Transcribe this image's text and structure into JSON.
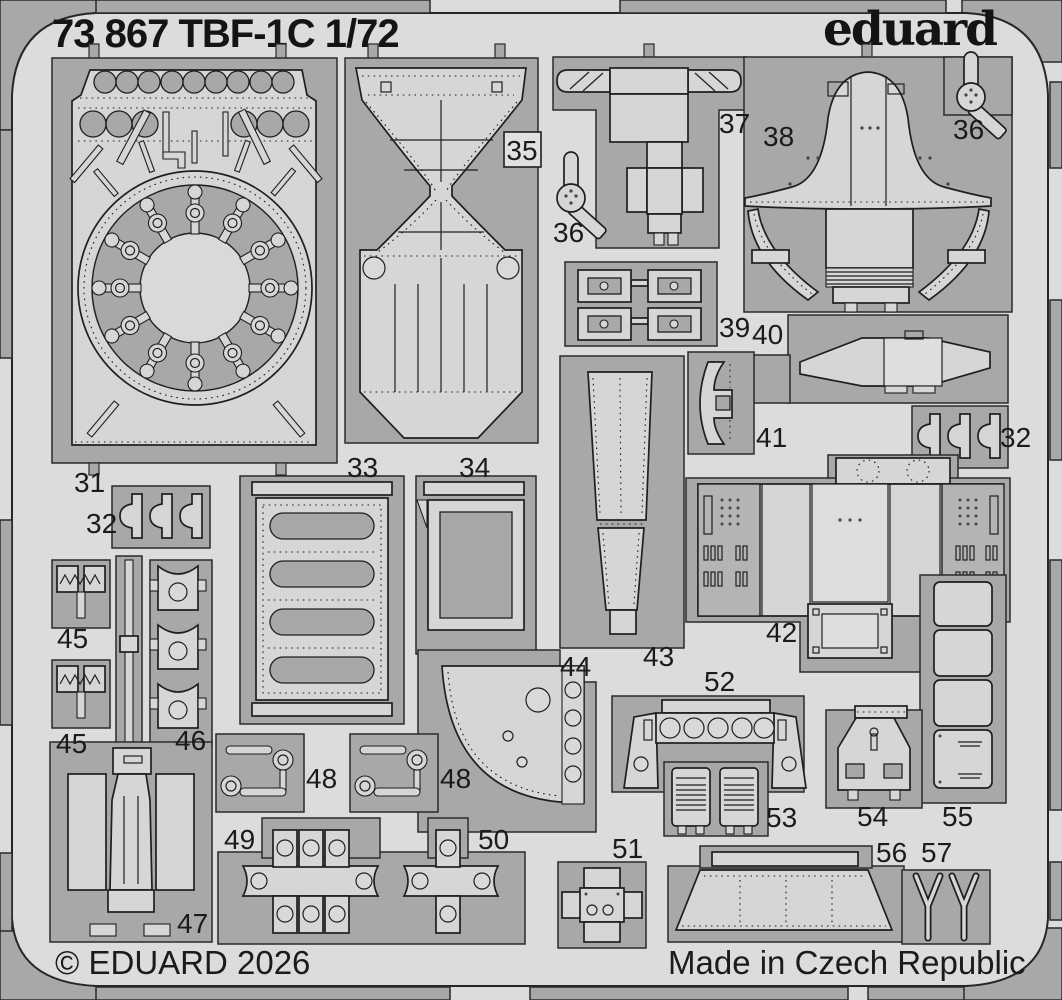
{
  "sheet": {
    "title": "73 867 TBF-1C 1/72",
    "brand": "eduard",
    "copyright": "© EDUARD 2026",
    "made_in": "Made in Czech Republic"
  },
  "colors": {
    "background": "#dcdcdc",
    "fret_cutout": "#a8a8a8",
    "metal_part": "#d6d6d6",
    "outline": "#1f1f1f",
    "text": "#1b1b1b"
  },
  "parts": [
    {
      "number": "31"
    },
    {
      "number": "32"
    },
    {
      "number": "33"
    },
    {
      "number": "34"
    },
    {
      "number": "35"
    },
    {
      "number": "36"
    },
    {
      "number": "37"
    },
    {
      "number": "38"
    },
    {
      "number": "36"
    },
    {
      "number": "39"
    },
    {
      "number": "40"
    },
    {
      "number": "41"
    },
    {
      "number": "32"
    },
    {
      "number": "42"
    },
    {
      "number": "43"
    },
    {
      "number": "44"
    },
    {
      "number": "45"
    },
    {
      "number": "45"
    },
    {
      "number": "46"
    },
    {
      "number": "47"
    },
    {
      "number": "48"
    },
    {
      "number": "48"
    },
    {
      "number": "49"
    },
    {
      "number": "50"
    },
    {
      "number": "51"
    },
    {
      "number": "52"
    },
    {
      "number": "53"
    },
    {
      "number": "54"
    },
    {
      "number": "55"
    },
    {
      "number": "56"
    },
    {
      "number": "57"
    }
  ]
}
